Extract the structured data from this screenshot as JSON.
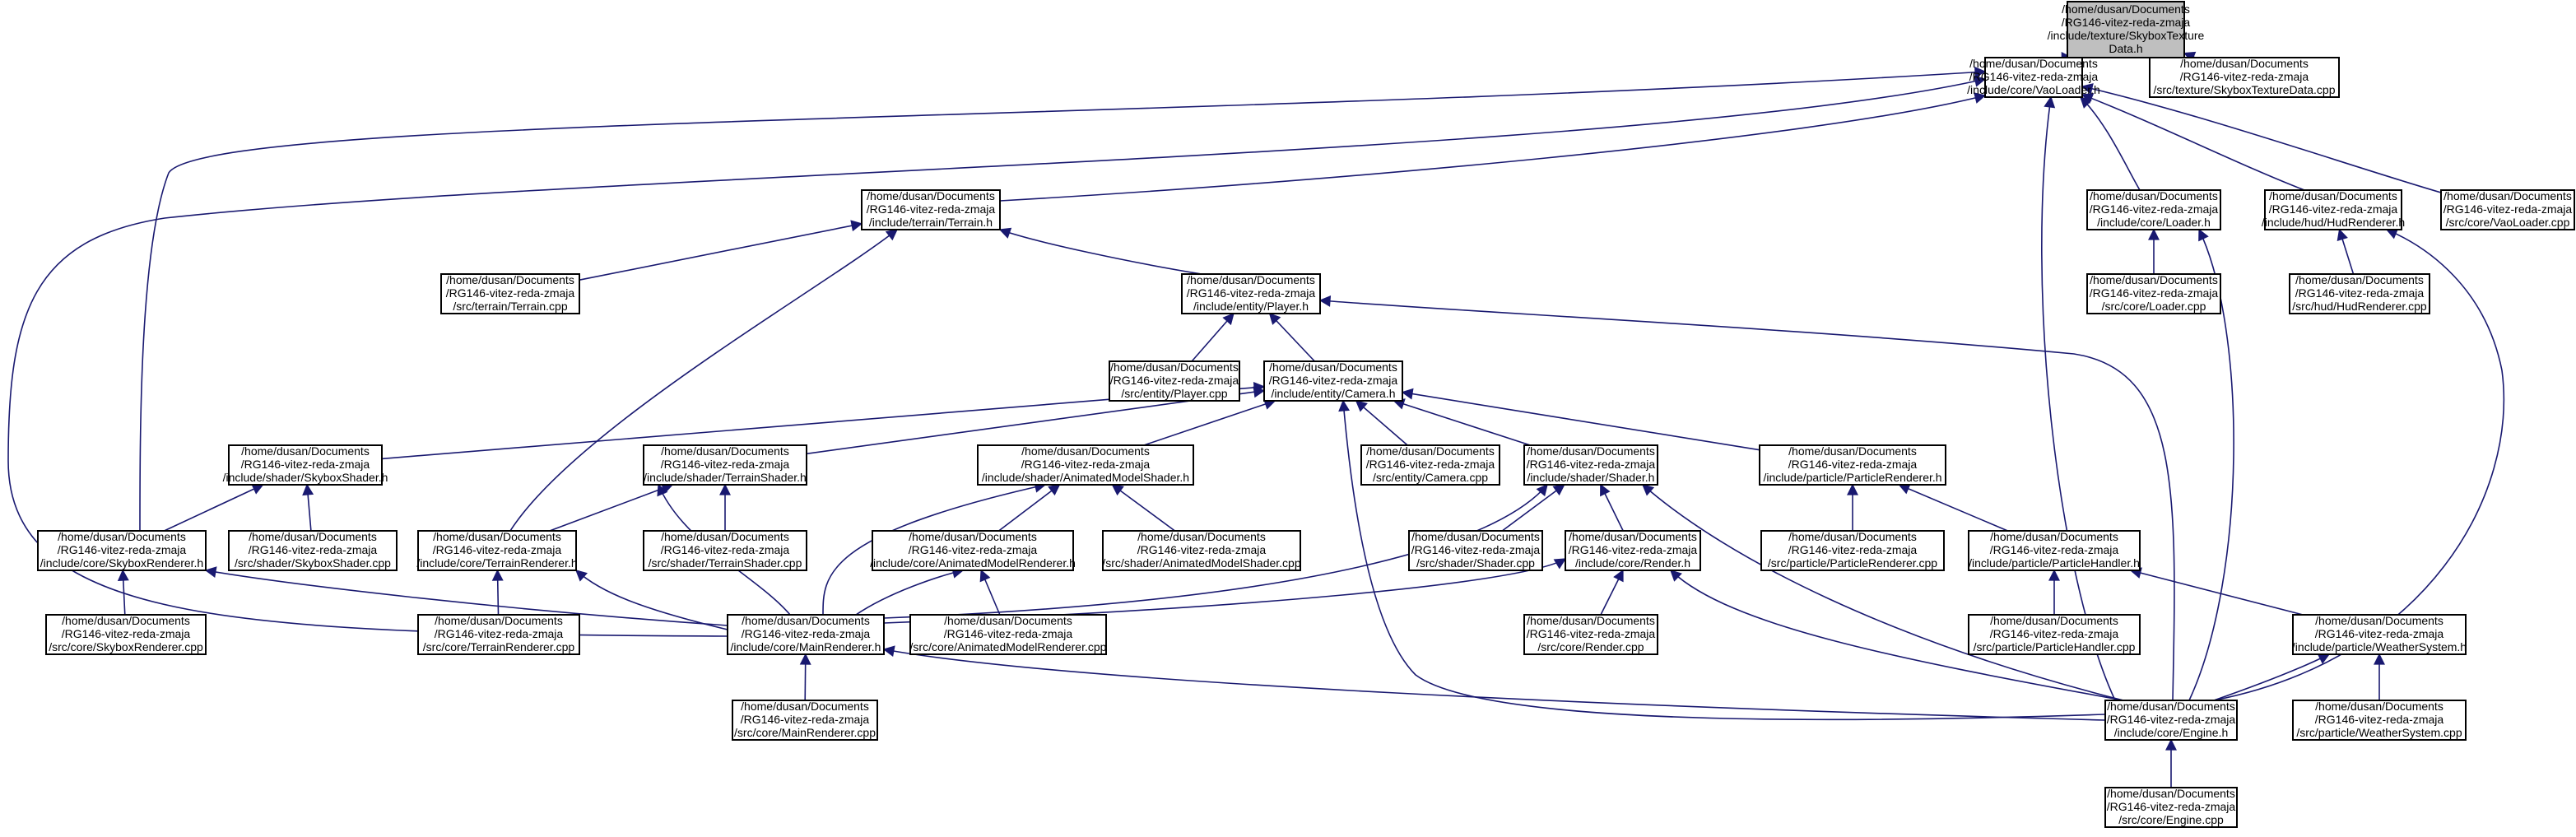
{
  "colors": {
    "edge": "#191970",
    "node_border": "#000000",
    "root_fill": "#bfbfbf",
    "node_fill": "#ffffff"
  },
  "nodes": [
    {
      "id": "skytex_h",
      "lines": [
        "/home/dusan/Documents",
        "/RG146-vitez-reda-zmaja",
        "/include/texture/SkyboxTexture",
        "Data.h"
      ],
      "root": true
    },
    {
      "id": "vaoloader_h",
      "lines": [
        "/home/dusan/Documents",
        "/RG146-vitez-reda-zmaja",
        "/include/core/VaoLoader.h"
      ]
    },
    {
      "id": "skytex_cpp",
      "lines": [
        "/home/dusan/Documents",
        "/RG146-vitez-reda-zmaja",
        "/src/texture/SkyboxTextureData.cpp"
      ]
    },
    {
      "id": "terrain_h",
      "lines": [
        "/home/dusan/Documents",
        "/RG146-vitez-reda-zmaja",
        "/include/terrain/Terrain.h"
      ]
    },
    {
      "id": "loader_h",
      "lines": [
        "/home/dusan/Documents",
        "/RG146-vitez-reda-zmaja",
        "/include/core/Loader.h"
      ]
    },
    {
      "id": "hud_h",
      "lines": [
        "/home/dusan/Documents",
        "/RG146-vitez-reda-zmaja",
        "/include/hud/HudRenderer.h"
      ]
    },
    {
      "id": "vaoloader_cpp",
      "lines": [
        "/home/dusan/Documents",
        "/RG146-vitez-reda-zmaja",
        "/src/core/VaoLoader.cpp"
      ]
    },
    {
      "id": "terrain_cpp",
      "lines": [
        "/home/dusan/Documents",
        "/RG146-vitez-reda-zmaja",
        "/src/terrain/Terrain.cpp"
      ]
    },
    {
      "id": "player_h",
      "lines": [
        "/home/dusan/Documents",
        "/RG146-vitez-reda-zmaja",
        "/include/entity/Player.h"
      ]
    },
    {
      "id": "loader_cpp",
      "lines": [
        "/home/dusan/Documents",
        "/RG146-vitez-reda-zmaja",
        "/src/core/Loader.cpp"
      ]
    },
    {
      "id": "hud_cpp",
      "lines": [
        "/home/dusan/Documents",
        "/RG146-vitez-reda-zmaja",
        "/src/hud/HudRenderer.cpp"
      ]
    },
    {
      "id": "player_cpp",
      "lines": [
        "/home/dusan/Documents",
        "/RG146-vitez-reda-zmaja",
        "/src/entity/Player.cpp"
      ]
    },
    {
      "id": "camera_h",
      "lines": [
        "/home/dusan/Documents",
        "/RG146-vitez-reda-zmaja",
        "/include/entity/Camera.h"
      ]
    },
    {
      "id": "skyshader_h",
      "lines": [
        "/home/dusan/Documents",
        "/RG146-vitez-reda-zmaja",
        "/include/shader/SkyboxShader.h"
      ]
    },
    {
      "id": "terrshader_h",
      "lines": [
        "/home/dusan/Documents",
        "/RG146-vitez-reda-zmaja",
        "/include/shader/TerrainShader.h"
      ]
    },
    {
      "id": "animshader_h",
      "lines": [
        "/home/dusan/Documents",
        "/RG146-vitez-reda-zmaja",
        "/include/shader/AnimatedModelShader.h"
      ]
    },
    {
      "id": "camera_cpp",
      "lines": [
        "/home/dusan/Documents",
        "/RG146-vitez-reda-zmaja",
        "/src/entity/Camera.cpp"
      ]
    },
    {
      "id": "shader_h",
      "lines": [
        "/home/dusan/Documents",
        "/RG146-vitez-reda-zmaja",
        "/include/shader/Shader.h"
      ]
    },
    {
      "id": "partrend_h",
      "lines": [
        "/home/dusan/Documents",
        "/RG146-vitez-reda-zmaja",
        "/include/particle/ParticleRenderer.h"
      ]
    },
    {
      "id": "skyrend_h",
      "lines": [
        "/home/dusan/Documents",
        "/RG146-vitez-reda-zmaja",
        "/include/core/SkyboxRenderer.h"
      ]
    },
    {
      "id": "skyshader_cpp",
      "lines": [
        "/home/dusan/Documents",
        "/RG146-vitez-reda-zmaja",
        "/src/shader/SkyboxShader.cpp"
      ]
    },
    {
      "id": "terrrend_h",
      "lines": [
        "/home/dusan/Documents",
        "/RG146-vitez-reda-zmaja",
        "/include/core/TerrainRenderer.h"
      ]
    },
    {
      "id": "terrshader_cpp",
      "lines": [
        "/home/dusan/Documents",
        "/RG146-vitez-reda-zmaja",
        "/src/shader/TerrainShader.cpp"
      ]
    },
    {
      "id": "animrend_h",
      "lines": [
        "/home/dusan/Documents",
        "/RG146-vitez-reda-zmaja",
        "/include/core/AnimatedModelRenderer.h"
      ]
    },
    {
      "id": "animshader_cpp",
      "lines": [
        "/home/dusan/Documents",
        "/RG146-vitez-reda-zmaja",
        "/src/shader/AnimatedModelShader.cpp"
      ]
    },
    {
      "id": "shader_cpp",
      "lines": [
        "/home/dusan/Documents",
        "/RG146-vitez-reda-zmaja",
        "/src/shader/Shader.cpp"
      ]
    },
    {
      "id": "render_h",
      "lines": [
        "/home/dusan/Documents",
        "/RG146-vitez-reda-zmaja",
        "/include/core/Render.h"
      ]
    },
    {
      "id": "partrend_cpp",
      "lines": [
        "/home/dusan/Documents",
        "/RG146-vitez-reda-zmaja",
        "/src/particle/ParticleRenderer.cpp"
      ]
    },
    {
      "id": "parthandler_h",
      "lines": [
        "/home/dusan/Documents",
        "/RG146-vitez-reda-zmaja",
        "/include/particle/ParticleHandler.h"
      ]
    },
    {
      "id": "skyrend_cpp",
      "lines": [
        "/home/dusan/Documents",
        "/RG146-vitez-reda-zmaja",
        "/src/core/SkyboxRenderer.cpp"
      ]
    },
    {
      "id": "terrrend_cpp",
      "lines": [
        "/home/dusan/Documents",
        "/RG146-vitez-reda-zmaja",
        "/src/core/TerrainRenderer.cpp"
      ]
    },
    {
      "id": "mainrend_h",
      "lines": [
        "/home/dusan/Documents",
        "/RG146-vitez-reda-zmaja",
        "/include/core/MainRenderer.h"
      ]
    },
    {
      "id": "animrend_cpp",
      "lines": [
        "/home/dusan/Documents",
        "/RG146-vitez-reda-zmaja",
        "/src/core/AnimatedModelRenderer.cpp"
      ]
    },
    {
      "id": "render_cpp",
      "lines": [
        "/home/dusan/Documents",
        "/RG146-vitez-reda-zmaja",
        "/src/core/Render.cpp"
      ]
    },
    {
      "id": "parthandler_cpp",
      "lines": [
        "/home/dusan/Documents",
        "/RG146-vitez-reda-zmaja",
        "/src/particle/ParticleHandler.cpp"
      ]
    },
    {
      "id": "weather_h",
      "lines": [
        "/home/dusan/Documents",
        "/RG146-vitez-reda-zmaja",
        "/include/particle/WeatherSystem.h"
      ]
    },
    {
      "id": "mainrend_cpp",
      "lines": [
        "/home/dusan/Documents",
        "/RG146-vitez-reda-zmaja",
        "/src/core/MainRenderer.cpp"
      ]
    },
    {
      "id": "engine_h",
      "lines": [
        "/home/dusan/Documents",
        "/RG146-vitez-reda-zmaja",
        "/include/core/Engine.h"
      ]
    },
    {
      "id": "weather_cpp",
      "lines": [
        "/home/dusan/Documents",
        "/RG146-vitez-reda-zmaja",
        "/src/particle/WeatherSystem.cpp"
      ]
    },
    {
      "id": "engine_cpp",
      "lines": [
        "/home/dusan/Documents",
        "/RG146-vitez-reda-zmaja",
        "/src/core/Engine.cpp"
      ]
    }
  ],
  "edges": [
    {
      "from": "vaoloader_h",
      "to": "skytex_h"
    },
    {
      "from": "skytex_cpp",
      "to": "skytex_h"
    },
    {
      "from": "terrain_h",
      "to": "vaoloader_h"
    },
    {
      "from": "loader_h",
      "to": "vaoloader_h"
    },
    {
      "from": "hud_h",
      "to": "vaoloader_h"
    },
    {
      "from": "vaoloader_cpp",
      "to": "vaoloader_h"
    },
    {
      "from": "skyrend_h",
      "to": "vaoloader_h"
    },
    {
      "from": "mainrend_h",
      "to": "vaoloader_h"
    },
    {
      "from": "engine_h",
      "to": "vaoloader_h"
    },
    {
      "from": "terrain_cpp",
      "to": "terrain_h"
    },
    {
      "from": "player_h",
      "to": "terrain_h"
    },
    {
      "from": "terrrend_h",
      "to": "terrain_h"
    },
    {
      "from": "loader_cpp",
      "to": "loader_h"
    },
    {
      "from": "engine_h",
      "to": "loader_h"
    },
    {
      "from": "hud_cpp",
      "to": "hud_h"
    },
    {
      "from": "engine_h",
      "to": "hud_h"
    },
    {
      "from": "player_cpp",
      "to": "player_h"
    },
    {
      "from": "camera_h",
      "to": "player_h"
    },
    {
      "from": "engine_h",
      "to": "player_h"
    },
    {
      "from": "skyshader_h",
      "to": "camera_h"
    },
    {
      "from": "terrshader_h",
      "to": "camera_h"
    },
    {
      "from": "animshader_h",
      "to": "camera_h"
    },
    {
      "from": "camera_cpp",
      "to": "camera_h"
    },
    {
      "from": "shader_h",
      "to": "camera_h"
    },
    {
      "from": "partrend_h",
      "to": "camera_h"
    },
    {
      "from": "engine_h",
      "to": "camera_h"
    },
    {
      "from": "skyrend_h",
      "to": "skyshader_h"
    },
    {
      "from": "skyshader_cpp",
      "to": "skyshader_h"
    },
    {
      "from": "terrrend_h",
      "to": "terrshader_h"
    },
    {
      "from": "terrshader_cpp",
      "to": "terrshader_h"
    },
    {
      "from": "mainrend_h",
      "to": "terrshader_h"
    },
    {
      "from": "animrend_h",
      "to": "animshader_h"
    },
    {
      "from": "animshader_cpp",
      "to": "animshader_h"
    },
    {
      "from": "mainrend_h",
      "to": "animshader_h"
    },
    {
      "from": "shader_cpp",
      "to": "shader_h"
    },
    {
      "from": "render_h",
      "to": "shader_h"
    },
    {
      "from": "mainrend_h",
      "to": "shader_h"
    },
    {
      "from": "engine_h",
      "to": "shader_h"
    },
    {
      "from": "partrend_cpp",
      "to": "partrend_h"
    },
    {
      "from": "parthandler_h",
      "to": "partrend_h"
    },
    {
      "from": "skyrend_cpp",
      "to": "skyrend_h"
    },
    {
      "from": "mainrend_h",
      "to": "skyrend_h"
    },
    {
      "from": "terrrend_cpp",
      "to": "terrrend_h"
    },
    {
      "from": "mainrend_h",
      "to": "terrrend_h"
    },
    {
      "from": "mainrend_h",
      "to": "animrend_h"
    },
    {
      "from": "animrend_cpp",
      "to": "animrend_h"
    },
    {
      "from": "render_cpp",
      "to": "render_h"
    },
    {
      "from": "mainrend_h",
      "to": "render_h"
    },
    {
      "from": "engine_h",
      "to": "render_h"
    },
    {
      "from": "parthandler_cpp",
      "to": "parthandler_h"
    },
    {
      "from": "weather_h",
      "to": "parthandler_h"
    },
    {
      "from": "mainrend_cpp",
      "to": "mainrend_h"
    },
    {
      "from": "engine_h",
      "to": "mainrend_h"
    },
    {
      "from": "engine_h",
      "to": "weather_h"
    },
    {
      "from": "weather_cpp",
      "to": "weather_h"
    },
    {
      "from": "engine_cpp",
      "to": "engine_h"
    }
  ]
}
